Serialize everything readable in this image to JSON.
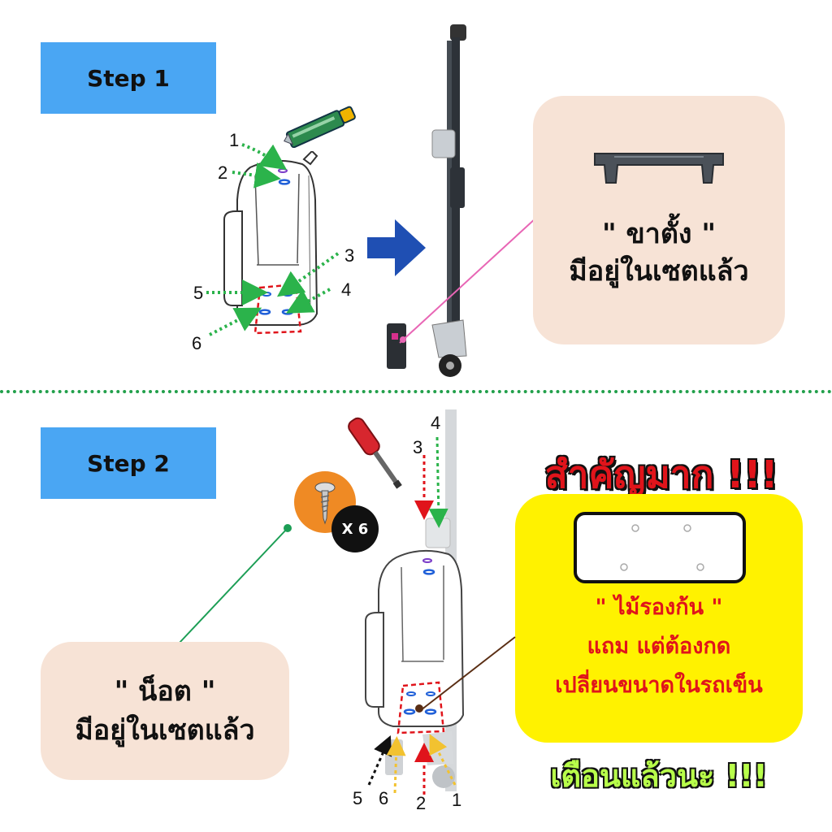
{
  "step1": {
    "label": "Step 1",
    "callout_line1": "\" ขาตั้ง \"",
    "callout_line2": "มีอยู่ในเซตแล้ว",
    "numbers": [
      "1",
      "2",
      "3",
      "4",
      "5",
      "6"
    ]
  },
  "step2": {
    "label": "Step 2",
    "screw_count": "X 6",
    "callout_line1": "\" น็อต \"",
    "callout_line2": "มีอยู่ในเซตแล้ว",
    "important_title": "สำคัญมาก !!!",
    "warning_line1": "\" ไม้รองก้น \"",
    "warning_line2": "แถม แต่ต้องกด",
    "warning_line3": "เปลี่ยนขนาดในรถเข็น",
    "warned": "เตือนแล้วนะ !!!",
    "numbers": [
      "4",
      "3",
      "5",
      "6",
      "2",
      "1"
    ]
  },
  "colors": {
    "step_label_bg": "#4aa6f3",
    "callout_bg": "#f7e3d6",
    "warning_bg": "#fff200",
    "warning_text": "#e0141b",
    "divider": "#22a04b",
    "arrow_blue": "#1f4fb3"
  }
}
